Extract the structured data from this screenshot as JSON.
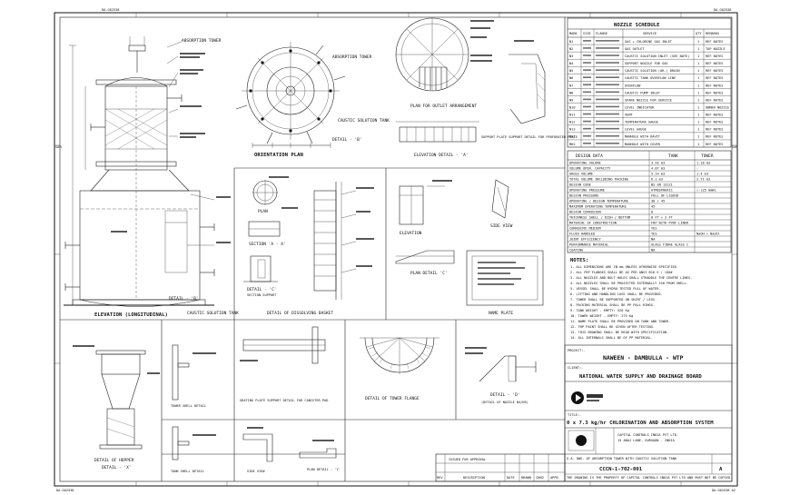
{
  "drawing": {
    "corner_tl": "DA-G02538",
    "corner_tr": "DA-G02538",
    "corner_bl": "DA-G02538",
    "corner_br": "DA-G02538 A2",
    "zone_left": "SAM",
    "zone_right": "SAM"
  },
  "views": {
    "elevation_longitudinal": "ELEVATION (LONGITUDINAL)",
    "absorption_tower": "ABSORPTION TOWER",
    "absorption_tower_2": "ABSORPTION TOWER",
    "caustic_solution_tank": "CAUSTIC SOLUTION TANK",
    "caustic_solution_tank_2": "CAUSTIC SOLUTION TANK",
    "orientation_plan": "ORIENTATION PLAN",
    "detail_b": "DETAIL - 'B'",
    "detail_b2": "DETAIL - 'B'",
    "plan_outlet_arrangement": "PLAN FOR OUTLET ARRANGEMENT",
    "elevation_detail_a": "ELEVATION DETAIL - 'A'",
    "support_plate_detail": "SUPPORT PLATE SUPPORT DETAIL FOR PERFORATED PLATE",
    "plan": "PLAN",
    "section_a": "SECTION 'A - A'",
    "detail_c": "DETAIL - 'C'",
    "section_support": "SECTION SUPPORT",
    "detail_dissolving_basket": "DETAIL OF DISSOLVING BASKET",
    "elevation_small": "ELEVATION",
    "plan_detail_c": "PLAN DETAIL 'C'",
    "side_view": "SIDE VIEW",
    "name_plate": "NAME PLATE",
    "detail_of_hopper": "DETAIL OF HOPPER",
    "detail_x": "DETAIL - 'X'",
    "tower_shell_detail": "TOWER SHELL DETAIL",
    "tank_shell_detail": "TANK SHELL DETAIL",
    "grating_support_detail": "GRATING PLATE SUPPORT DETAIL FOR CANISTER PAD",
    "side_view_2": "SIDE VIEW",
    "plan_detail_y": "PLAN DETAIL - 'Y'",
    "detail_of_tower_flange": "DETAIL OF TOWER FLANGE",
    "detail_d": "DETAIL - 'D'",
    "detail_nozzle": "(DETAIL OF NOZZLE N4/N5)"
  },
  "nozzle_schedule": {
    "title": "NOZZLE SCHEDULE",
    "headers": [
      "MARK",
      "SIZE",
      "FLANGE",
      "SERVICE",
      "QTY",
      "REMARKS"
    ],
    "rows": [
      {
        "mark": "N1",
        "service": "GAS + CHLORINE GAS INLET",
        "qty": "1",
        "remark": "REF NOTES"
      },
      {
        "mark": "N2",
        "service": "GAS OUTLET",
        "qty": "1",
        "remark": "TOP NOZZLE"
      },
      {
        "mark": "N3",
        "service": "CAUSTIC SOLUTION INLET (SEE NOTE)",
        "qty": "1",
        "remark": "REF NOTES"
      },
      {
        "mark": "N4",
        "service": "SUPPORT NOZZLE FOR GAS",
        "qty": "1",
        "remark": "REF NOTES"
      },
      {
        "mark": "N5",
        "service": "CAUSTIC SOLUTION (OH-) DRAIN",
        "qty": "1",
        "remark": "REF NOTES"
      },
      {
        "mark": "N6",
        "service": "CAUSTIC TANK OVERFLOW LINE",
        "qty": "1",
        "remark": "REF NOTES"
      },
      {
        "mark": "N7",
        "service": "OVERFLOW",
        "qty": "1",
        "remark": "REF NOTES"
      },
      {
        "mark": "N8",
        "service": "CAUSTIC PUMP INLET",
        "qty": "1",
        "remark": "REF NOTES"
      },
      {
        "mark": "N9",
        "service": "SPARE NOZZLE FOR SERVICE",
        "qty": "1",
        "remark": "REF NOTES"
      },
      {
        "mark": "N10",
        "service": "LEVEL INDICATOR",
        "qty": "1",
        "remark": "OWNER NOZZLE"
      },
      {
        "mark": "N11",
        "service": "VENT",
        "qty": "1",
        "remark": "REF NOTES"
      },
      {
        "mark": "N12",
        "service": "TEMPERATURE GAUGE",
        "qty": "1",
        "remark": "REF NOTES"
      },
      {
        "mark": "N13",
        "service": "LEVEL GAUGE",
        "qty": "1",
        "remark": "REF NOTES"
      },
      {
        "mark": "MH1",
        "service": "MANHOLE WITH DAVIT",
        "qty": "1",
        "remark": "REF NOTES"
      },
      {
        "mark": "MH2",
        "service": "MANHOLE WITH COVER",
        "qty": "1",
        "remark": "REF NOTES"
      }
    ]
  },
  "design_data": {
    "headers": [
      "DESIGN DATA",
      "TANK",
      "TOWER"
    ],
    "rows": [
      {
        "label": "OPERATING VOLUME",
        "tank": "3.93 m3",
        "tower": "1.18 m3"
      },
      {
        "label": "VOLUME OPER. CAPACITY",
        "tank": "4.07 m3",
        "tower": "-"
      },
      {
        "label": "GROSS VOLUME",
        "tank": "5.14 m3",
        "tower": "1.4 m3"
      },
      {
        "label": "TOTAL VOLUME INCLUDING PACKING",
        "tank": "6.1 m3",
        "tower": "2.71 m3"
      },
      {
        "label": "DESIGN CODE",
        "tank": "BS EN 13121",
        "tower": ""
      },
      {
        "label": "OPERATING PRESSURE",
        "tank": "ATMOSPHERIC",
        "tower": "(-)25 mmWc"
      },
      {
        "label": "DESIGN PRESSURE",
        "tank": "FULL OF LIQUID",
        "tower": ""
      },
      {
        "label": "OPERATING / DESIGN TEMPERATURE",
        "tank": "30 / 45",
        "tower": ""
      },
      {
        "label": "MAXIMUM OPERATING TEMPERATURE",
        "tank": "45",
        "tower": ""
      },
      {
        "label": "DESIGN CORROSION",
        "tank": "0",
        "tower": ""
      },
      {
        "label": "THICKNESS SHELL / DISH / BOTTOM",
        "tank": "8 FT + 2 FT",
        "tower": ""
      },
      {
        "label": "MATERIAL OF CONSTRUCTION",
        "tank": "FRP WITH PVDF LINER",
        "tower": ""
      },
      {
        "label": "CORROSIVE MEDIUM",
        "tank": "YES",
        "tower": ""
      },
      {
        "label": "FLUID HANDLED",
        "tank": "YES",
        "tower": "NaOH + NaOCl"
      },
      {
        "label": "JOINT EFFICIENCY",
        "tank": "NA",
        "tower": ""
      },
      {
        "label": "PERFORMANCE MATERIAL",
        "tank": "GLASS FIBRE GLASS C",
        "tower": ""
      },
      {
        "label": "COATING",
        "tank": "NA",
        "tower": ""
      }
    ]
  },
  "notes": {
    "title": "NOTES:",
    "items": [
      "1. ALL DIMENSIONS ARE IN mm UNLESS OTHERWISE SPECIFIED.",
      "2. ALL FRP FLANGES SHALL BE AS PER ANSI B16.5 / 150#",
      "3. ALL NOZZLES AND BOLT HOLES SHALL STRADDLE THE CENTRE LINES.",
      "4. ALL NOZZLES SHALL BE PROJECTED EXTERNALLY 150 FROM SHELL.",
      "5. VESSEL SHALL BE HYDRO TESTED FULL OF WATER.",
      "6. LIFTING AND HANDLING LUGS SHALL BE PROVIDED.",
      "7. TOWER SHALL BE SUPPORTED ON SKIRT / LEGS.",
      "8. PACKING MATERIAL SHALL BE PP PALL RINGS.",
      "9. TANK WEIGHT - EMPTY: 520 Kg",
      "10. TOWER WEIGHT - EMPTY: 275 Kg",
      "11. NAME PLATE SHALL BE PROVIDED ON TANK AND TOWER.",
      "12. FRP PAINT SHALL BE GIVEN AFTER TESTING.",
      "13. THIS DRAWING SHALL BE READ WITH SPECIFICATION.",
      "14. ALL INTERNALS SHALL BE OF PP MATERIAL."
    ]
  },
  "title_block": {
    "project_label": "PROJECT:-",
    "project": "NAWEEN - DAMBULLA - WTP",
    "client_label": "CLIENT:-",
    "client": "NATIONAL WATER SUPPLY AND DRAINAGE BOARD",
    "title_label": "TITLE:-",
    "title": "0 x 7.3 kg/hr CHLORINATION AND ABSORPTION SYSTEM",
    "contractor_name": "CAPITAL CONTROLS INDIA PVT LTD.",
    "contractor_addr": "15 ANAJ LANE, GURGAON - INDIA",
    "drawing_title": "G.A. DWG. OF ABSORPTION TOWER WITH CAUSTIC SOLUTION TANK",
    "drawing_no": "CCCN-1-702-001",
    "rev": "A",
    "approval": "ISSUED FOR APPROVAL",
    "footer": "THE DRAWING IS THE PROPERTY OF CAPITAL CONTROLS INDIA PVT LTD AND MUST NOT BE COPIED",
    "cols": [
      "REV",
      "DESCRIPTION",
      "DATE",
      "DRAWN",
      "CHKD",
      "APPD"
    ]
  },
  "labels": {
    "plan": "PLAN",
    "elevation": "ELEVATION",
    "name_plate_label": "NAME PLATE"
  }
}
